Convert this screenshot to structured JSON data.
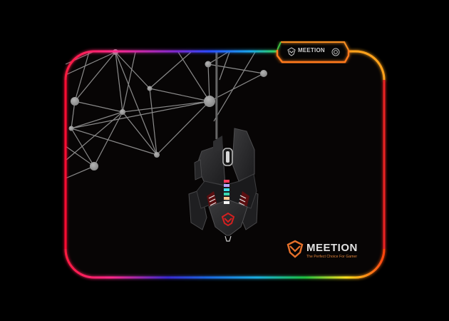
{
  "scene": {
    "description": "RGB gaming mouse pad with a gaming mouse on top",
    "background_color": "#000000",
    "mat_color": "#070505",
    "rgb_edge_colors": {
      "top_left": "#ff2a6a",
      "top_mid": "#2a5cff",
      "top_right_near_tab": "#2fd05a",
      "right_top": "#ffa21a",
      "right": "#e02020",
      "bottom_left": "#ff2080",
      "bottom_mid_left": "#1a3bd0",
      "bottom_mid": "#1ab0e0",
      "bottom_mid_right": "#20c040",
      "bottom_right": "#ffe020",
      "left": "#ff1030"
    },
    "network_pattern": {
      "line_color": "#9a9a9a",
      "node_color": "#9c9c9c"
    }
  },
  "top_tab": {
    "brand": "MEETION",
    "border_color": "#ff7a1a",
    "button_icon": "rgb-mode-button"
  },
  "logo": {
    "brand": "MEETION",
    "tagline": "The Perfect Choice For Gamer",
    "accent_color": "#e5702a"
  },
  "mouse": {
    "body_color": "#2a2a2c",
    "logo_color": "#d42020",
    "led_strip": [
      "#ff3a5a",
      "#b8a4ff",
      "#40e0e8",
      "#38d8b0",
      "#ffc890",
      "#f4f4f4"
    ]
  }
}
